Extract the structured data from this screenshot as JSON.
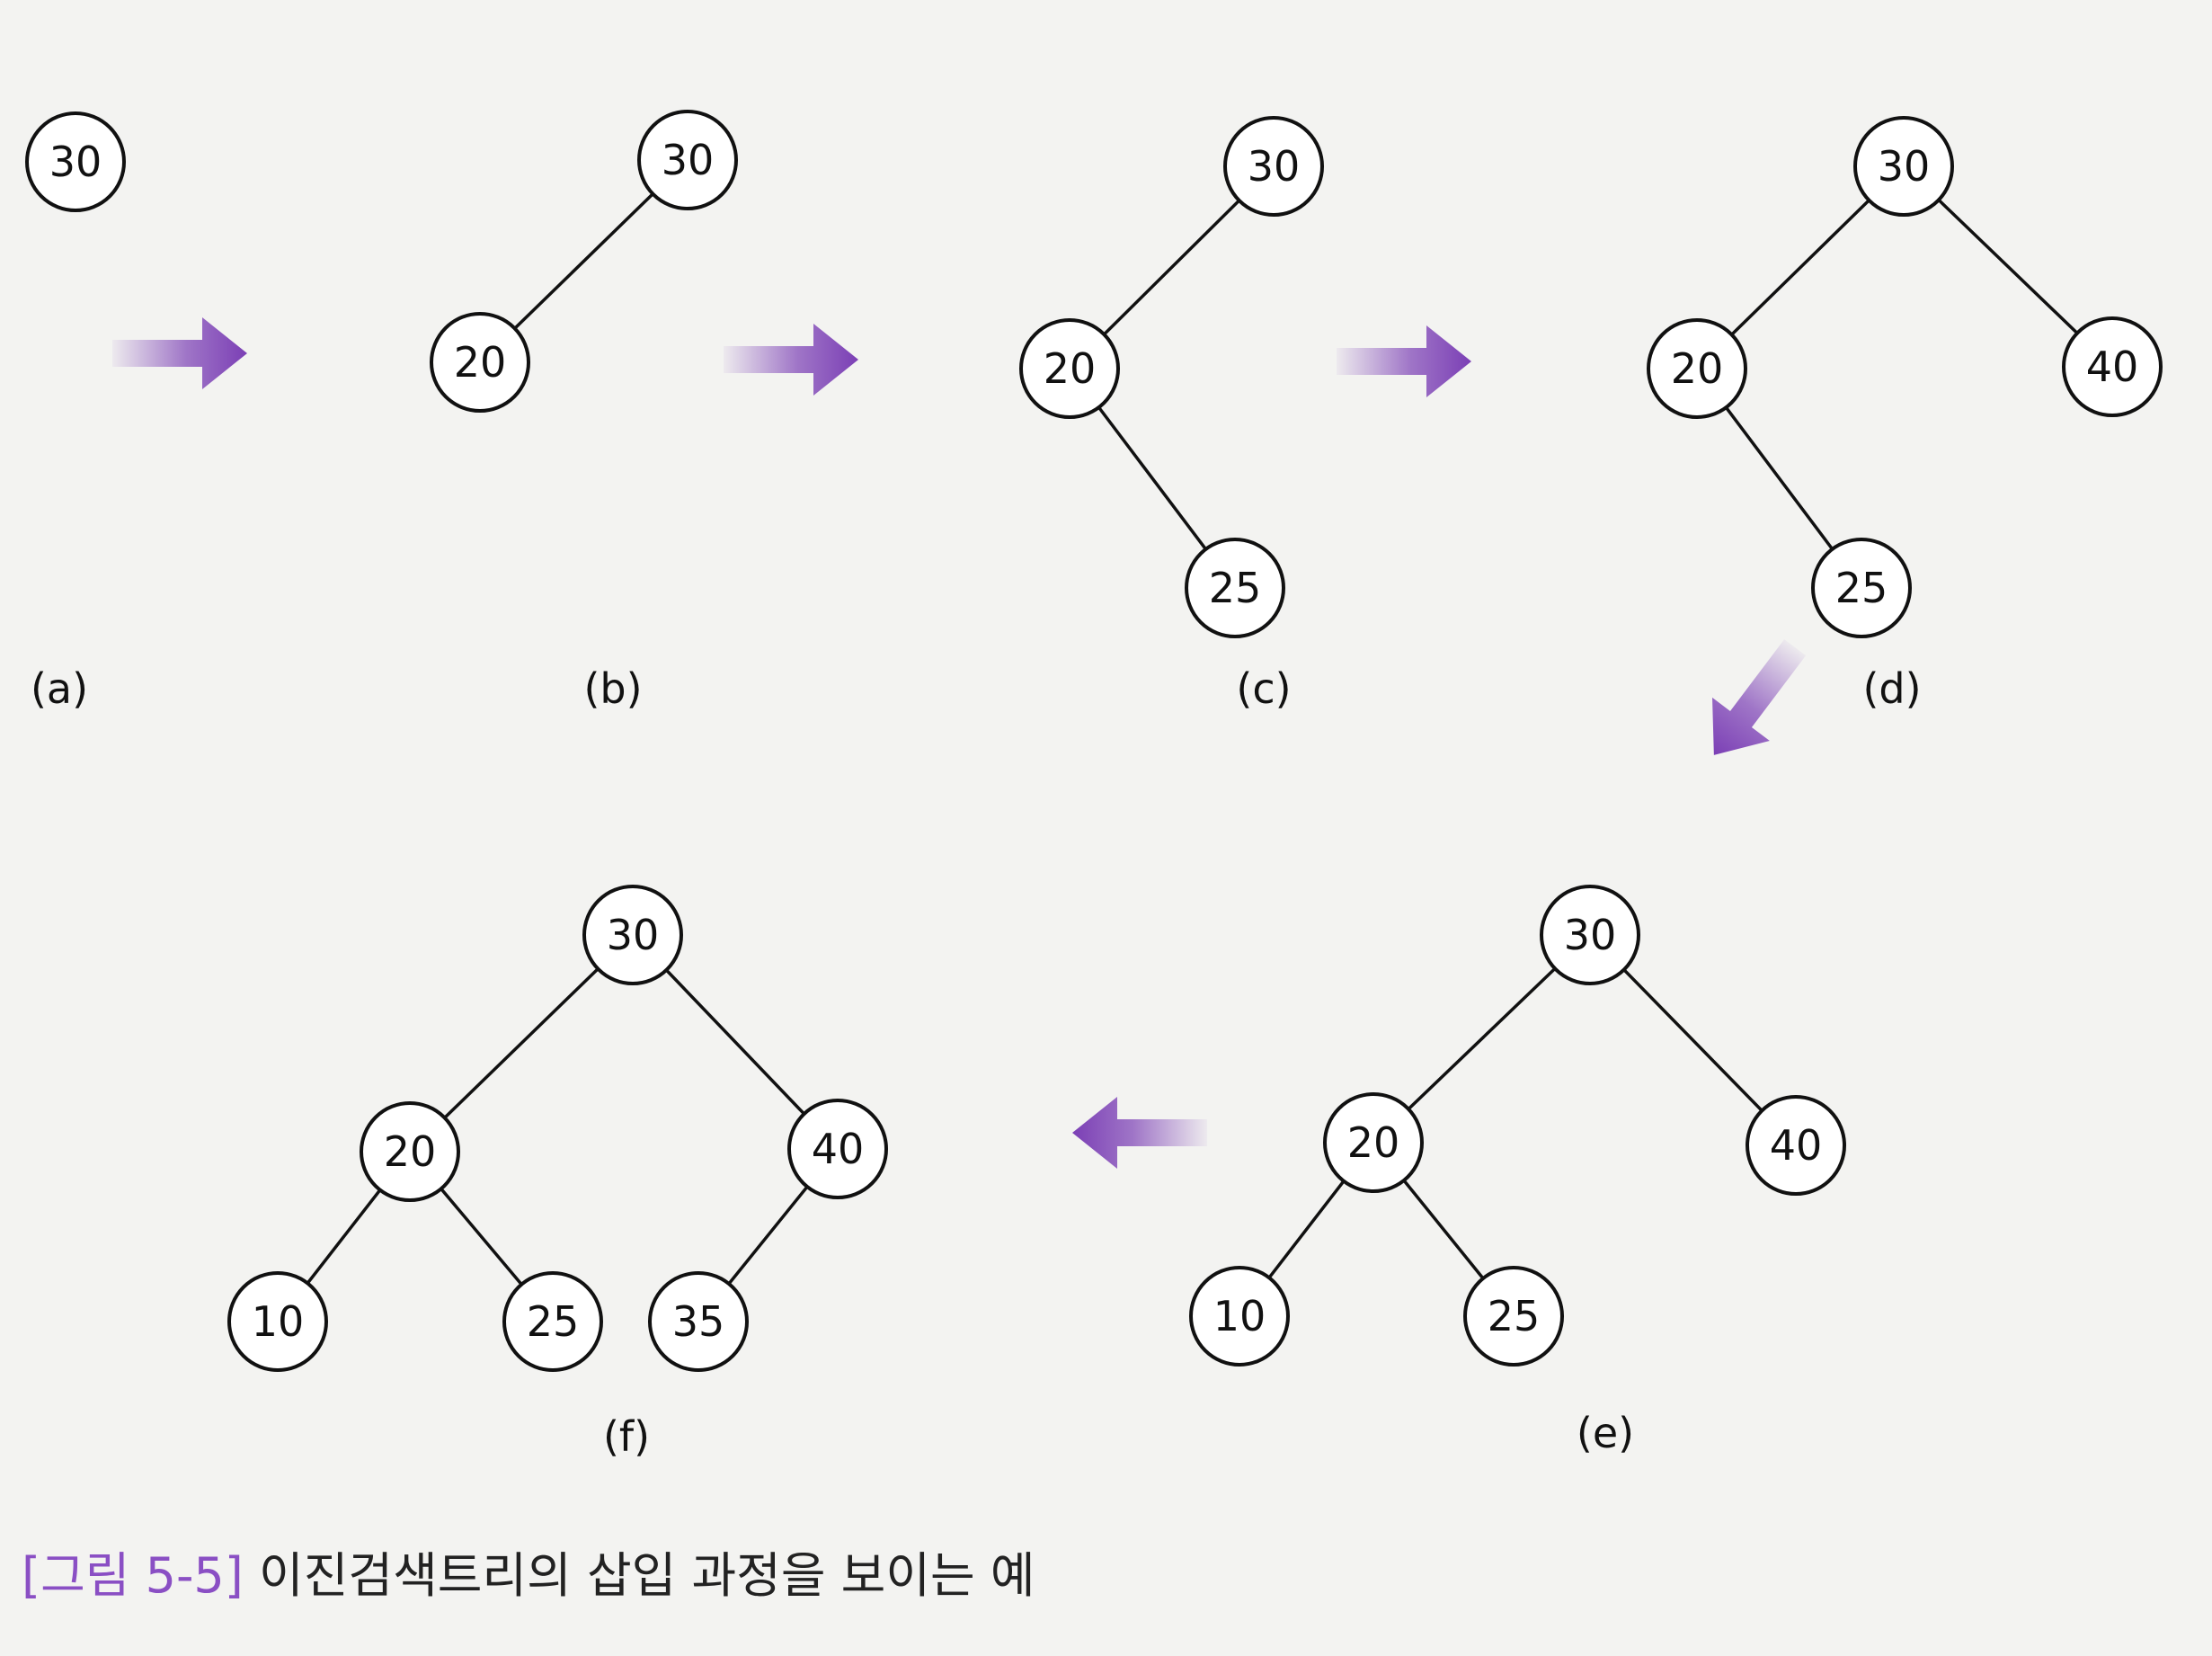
{
  "caption": {
    "prefix": "[그림 5-5]",
    "text": "이진검색트리의 삽입 과정을 보이는 예"
  },
  "colors": {
    "arrow": "#7b3fb5",
    "caption_prefix": "#8a4fc4",
    "node_stroke": "#111111",
    "node_fill": "#ffffff"
  },
  "panels": [
    {
      "id": "a",
      "label": "(a)",
      "nodes": [
        "30"
      ],
      "edges": []
    },
    {
      "id": "b",
      "label": "(b)",
      "nodes": [
        "30",
        "20"
      ],
      "edges": [
        [
          "30",
          "20"
        ]
      ]
    },
    {
      "id": "c",
      "label": "(c)",
      "nodes": [
        "30",
        "20",
        "25"
      ],
      "edges": [
        [
          "30",
          "20"
        ],
        [
          "20",
          "25"
        ]
      ]
    },
    {
      "id": "d",
      "label": "(d)",
      "nodes": [
        "30",
        "20",
        "40",
        "25"
      ],
      "edges": [
        [
          "30",
          "20"
        ],
        [
          "30",
          "40"
        ],
        [
          "20",
          "25"
        ]
      ]
    },
    {
      "id": "e",
      "label": "(e)",
      "nodes": [
        "30",
        "20",
        "40",
        "10",
        "25"
      ],
      "edges": [
        [
          "30",
          "20"
        ],
        [
          "30",
          "40"
        ],
        [
          "20",
          "10"
        ],
        [
          "20",
          "25"
        ]
      ]
    },
    {
      "id": "f",
      "label": "(f)",
      "nodes": [
        "30",
        "20",
        "40",
        "10",
        "25",
        "35"
      ],
      "edges": [
        [
          "30",
          "20"
        ],
        [
          "30",
          "40"
        ],
        [
          "20",
          "10"
        ],
        [
          "20",
          "25"
        ],
        [
          "40",
          "35"
        ]
      ]
    }
  ],
  "arrows": [
    {
      "from": "a",
      "to": "b"
    },
    {
      "from": "b",
      "to": "c"
    },
    {
      "from": "c",
      "to": "d"
    },
    {
      "from": "d",
      "to": "e"
    },
    {
      "from": "e",
      "to": "f"
    }
  ]
}
